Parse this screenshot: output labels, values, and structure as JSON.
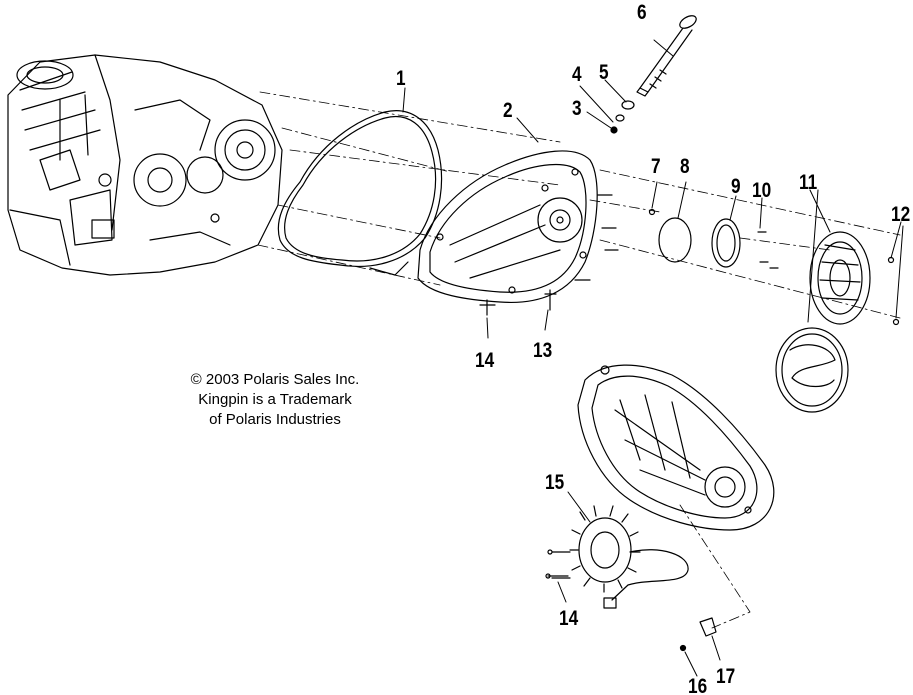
{
  "copyright": {
    "line1": "© 2003 Polaris Sales Inc.",
    "line2": "Kingpin is a Trademark",
    "line3": "of Polaris Industries"
  },
  "callouts": {
    "c1": "1",
    "c2": "2",
    "c3": "3",
    "c4": "4",
    "c5": "5",
    "c6": "6",
    "c7": "7",
    "c8": "8",
    "c9": "9",
    "c10": "10",
    "c11": "11",
    "c12": "12",
    "c13": "13",
    "c14a": "14",
    "c14b": "14",
    "c15": "15",
    "c16": "16",
    "c17": "17"
  },
  "colors": {
    "line": "#000000",
    "background": "#ffffff"
  }
}
